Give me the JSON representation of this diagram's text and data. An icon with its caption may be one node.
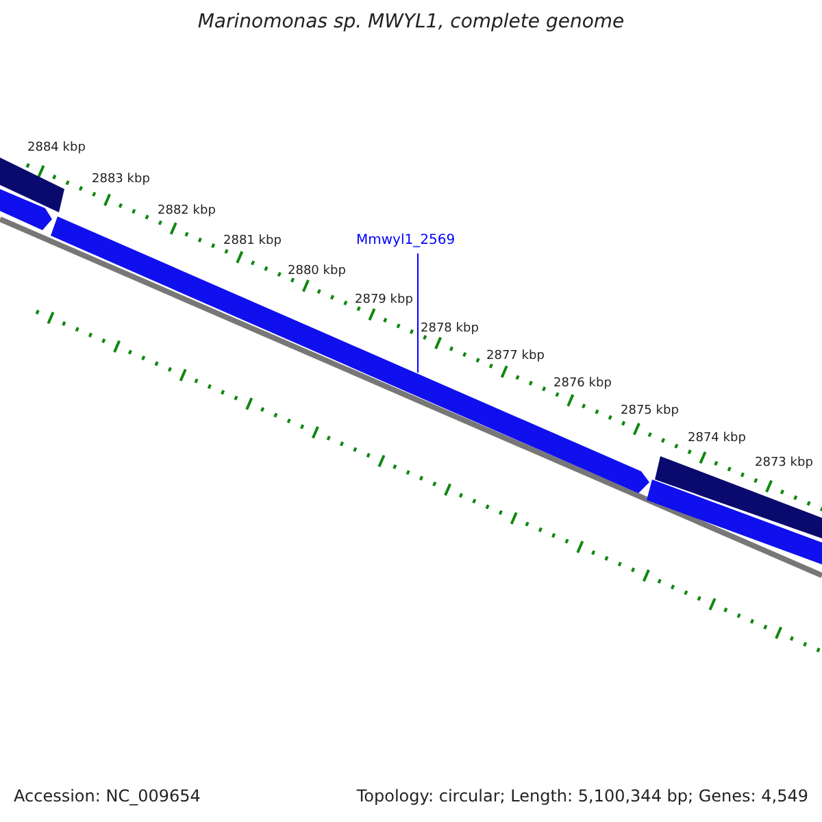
{
  "diagram": {
    "title": "Marinomonas sp. MWYL1, complete genome",
    "nodes": [
      {
        "text": [
          "Mmwyl1_2569"
        ]
      },
      {
        "text": [],
        "shape": "bar"
      }
    ],
    "edges": [
      {
        "from": 0,
        "to": 1,
        "arrow": "none",
        "color": "#0000ff"
      }
    ],
    "labels": [
      "2884 kbp",
      "2883 kbp",
      "2882 kbp",
      "2881 kbp",
      "2880 kbp",
      "2879 kbp",
      "2878 kbp",
      "2877 kbp",
      "2876 kbp",
      "2875 kbp",
      "2874 kbp",
      "2873 kbp",
      "Accession: NC_009654",
      "Topology: circular; Length: 5,100,344 bp; Genes: 4,549"
    ]
  }
}
